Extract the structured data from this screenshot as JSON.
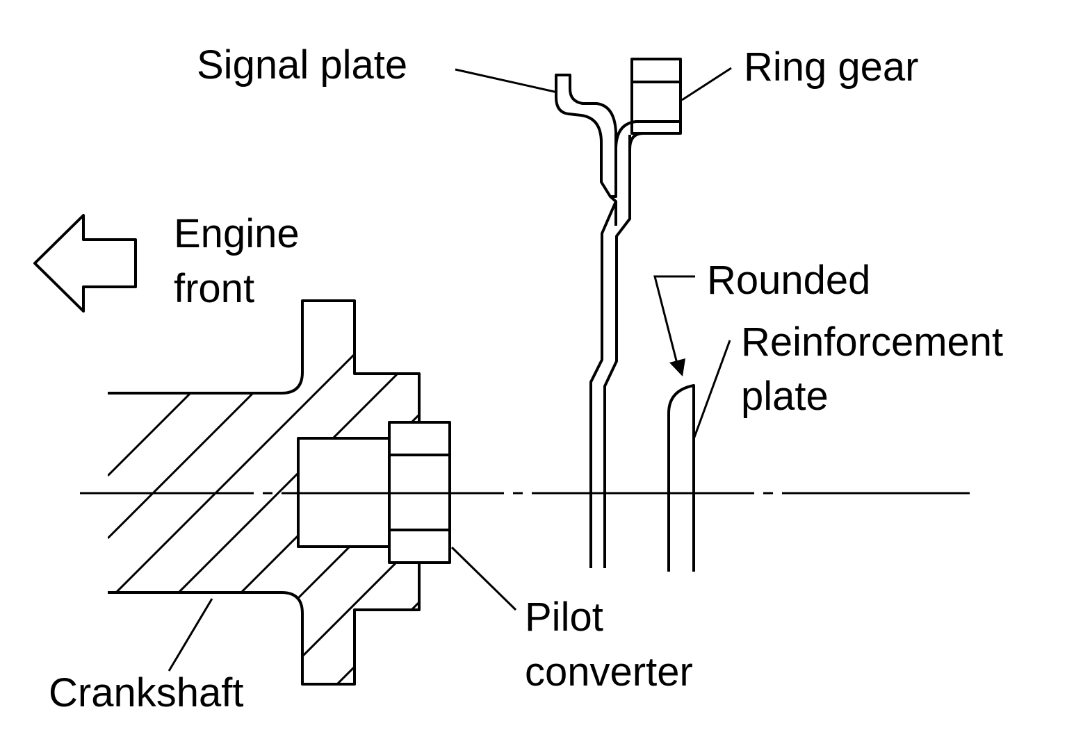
{
  "labels": {
    "signal_plate": "Signal plate",
    "ring_gear": "Ring gear",
    "engine_front_1": "Engine",
    "engine_front_2": "front",
    "rounded": "Rounded",
    "reinforcement_1": "Reinforcement",
    "reinforcement_2": "plate",
    "pilot_1": "Pilot",
    "pilot_2": "converter",
    "crankshaft": "Crankshaft"
  },
  "colors": {
    "ink": "#000000",
    "background": "#ffffff"
  }
}
